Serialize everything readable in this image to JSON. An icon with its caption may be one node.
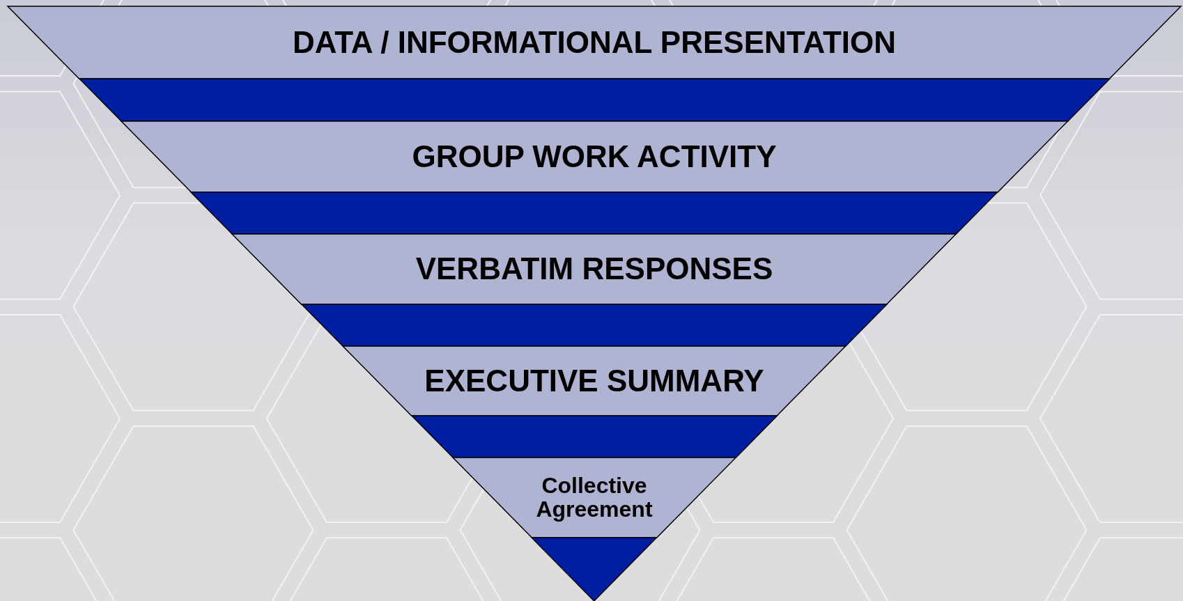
{
  "diagram": {
    "nodes": [
      {
        "text": [
          "DATA / INFORMATIONAL PRESENTATION"
        ]
      },
      {
        "text": [],
        "shape": "band"
      },
      {
        "text": [
          "GROUP WORK ACTIVITY"
        ]
      },
      {
        "text": [],
        "shape": "band"
      },
      {
        "text": [
          "VERBATIM RESPONSES"
        ]
      },
      {
        "text": [],
        "shape": "band"
      },
      {
        "text": [
          "EXECUTIVE SUMMARY"
        ]
      },
      {
        "text": [],
        "shape": "band"
      },
      {
        "text": [
          "Collective Agreement"
        ]
      },
      {
        "text": [],
        "shape": "band"
      }
    ]
  }
}
